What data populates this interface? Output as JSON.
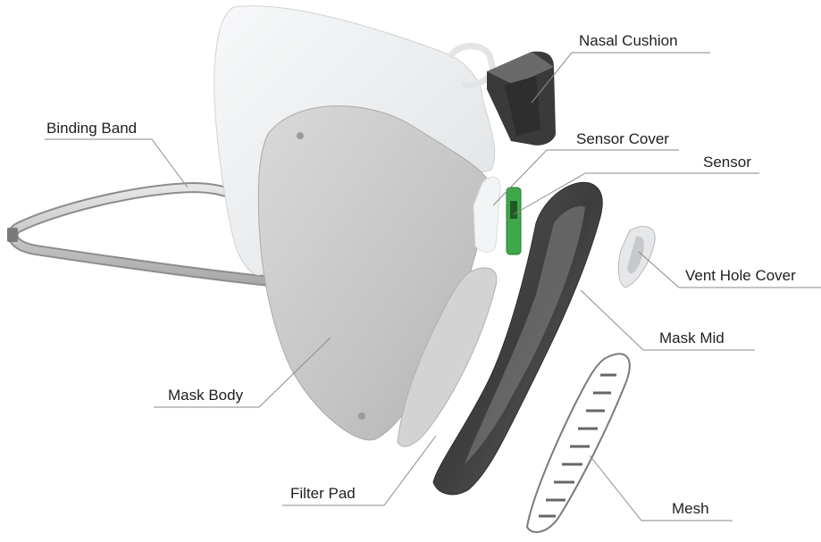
{
  "labels": {
    "nasal_cushion": "Nasal Cushion",
    "binding_band": "Binding Band",
    "sensor_cover": "Sensor Cover",
    "sensor": "Sensor",
    "vent_hole_cover": "Vent Hole Cover",
    "mask_mid": "Mask Mid",
    "mask_body": "Mask Body",
    "filter_pad": "Filter Pad",
    "mesh": "Mesh"
  },
  "colors": {
    "leader_line": "#8a8a8a",
    "label_text": "#1f1f1f",
    "mask_body_front": "#c9c9c9",
    "mask_body_back": "#eef0f2",
    "mask_mid": "#4d4d4d",
    "nasal_cushion": "#3e3e3e",
    "sensor": "#3fa84a",
    "filter_pad": "#d6d6d6"
  }
}
